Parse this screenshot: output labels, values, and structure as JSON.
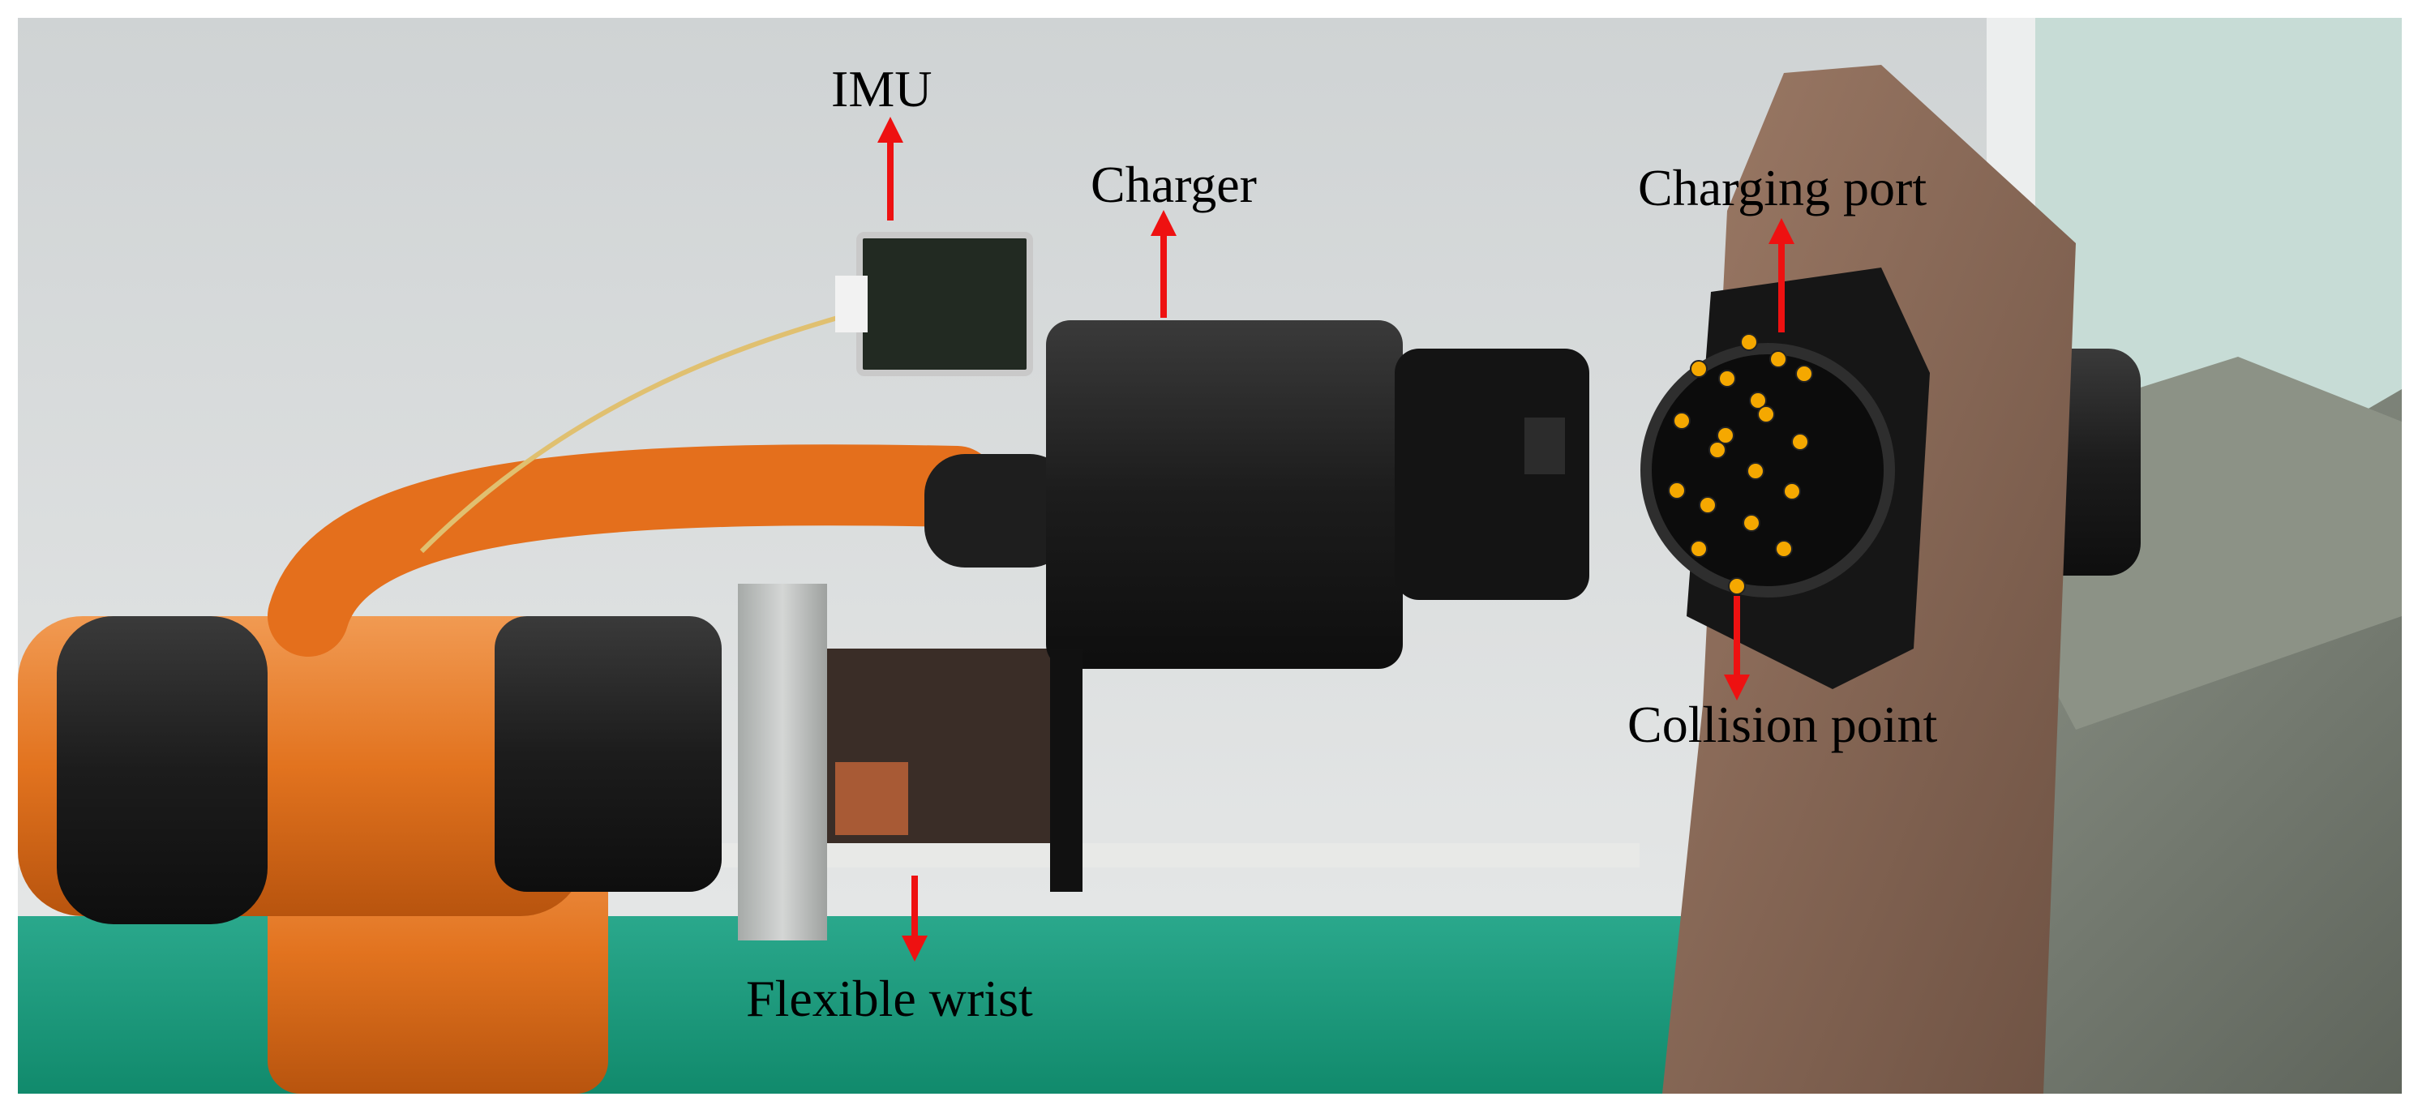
{
  "labels": {
    "imu": "IMU",
    "charger": "Charger",
    "charging_port": "Charging port",
    "collision_point": "Collision point",
    "flexible_wrist": "Flexible wrist"
  },
  "colors": {
    "arrow": "#ee1111",
    "contact_point": "#f5a800",
    "robot_arm": "#e8782a",
    "charger_body": "#1b1b1b",
    "wall": "#d9dcdc",
    "floor": "#1fa382",
    "bracket_metal": "#8a6a58",
    "stand": "#7e8478"
  },
  "collision_points_count": 18
}
